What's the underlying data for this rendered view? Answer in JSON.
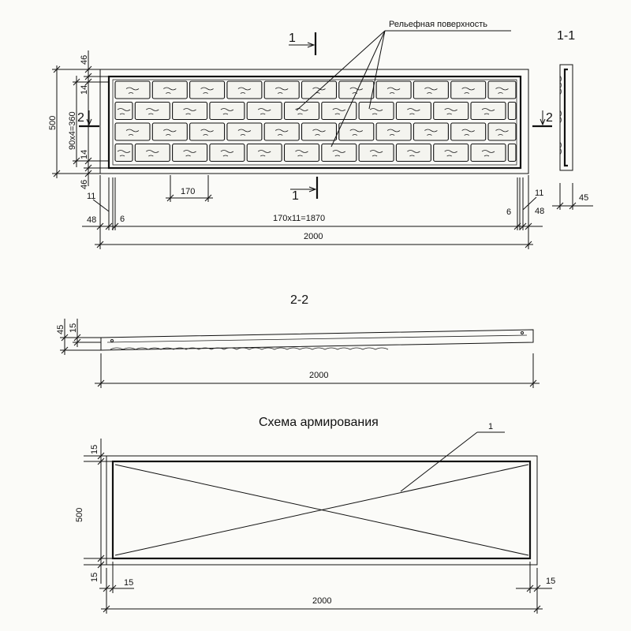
{
  "plan": {
    "relief_label": "Рельефная поверхность",
    "section_mark_top": "1",
    "section_mark_bottom": "1",
    "section_mark_left": "2",
    "section_mark_right": "2",
    "dims": {
      "height_total": "500",
      "inner_height": "90x4=360",
      "top_margin": "46",
      "bottom_margin": "46",
      "top_gap": "14",
      "bottom_gap": "14",
      "brick_width": "170",
      "left_edge_small": "11",
      "left_edge_large": "48",
      "left_edge_mini": "6",
      "right_edge_small": "11",
      "right_edge_large": "48",
      "right_edge_mini": "6",
      "brick_run": "170x11=1870",
      "total_length": "2000"
    }
  },
  "section_1_1": {
    "title": "1-1",
    "thickness": "45"
  },
  "section_2_2": {
    "title": "2-2",
    "thickness": "45",
    "relief_depth": "15",
    "length": "2000"
  },
  "reinforcement": {
    "title": "Схема армирования",
    "callout": "1",
    "height": "500",
    "top_cover": "15",
    "bottom_cover": "15",
    "left_cover": "15",
    "right_cover": "15",
    "length": "2000"
  }
}
